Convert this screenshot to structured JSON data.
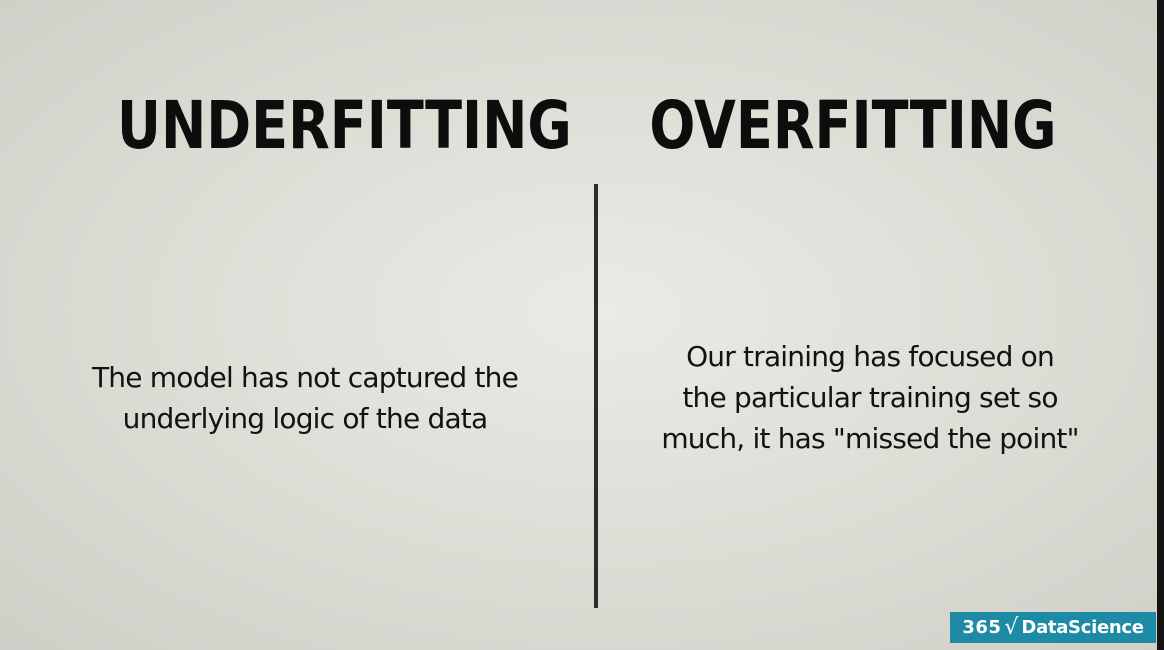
{
  "slide": {
    "left": {
      "heading": "UNDERFITTING",
      "description_lines": [
        "The model has not captured the",
        "underlying logic of the data"
      ]
    },
    "right": {
      "heading": "OVERFITTING",
      "description_lines": [
        "Our training has focused on",
        "the particular training set so",
        "much, it has \"missed the point\""
      ]
    }
  },
  "logo": {
    "number": "365",
    "symbol": "√",
    "name": "DataScience",
    "color": "#1d8aa6"
  },
  "colors": {
    "background": "#e3e2dc",
    "text": "#0d0d0d",
    "divider": "#2c2c2c"
  }
}
